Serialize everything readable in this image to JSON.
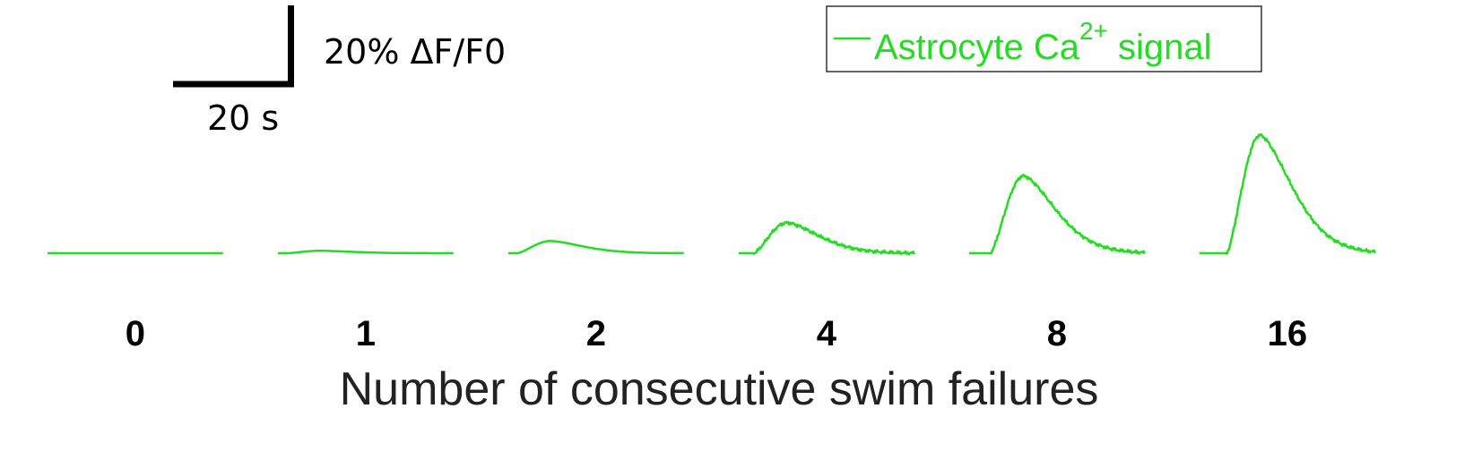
{
  "chart_data": {
    "type": "line",
    "title": "",
    "xlabel": "Number of consecutive swim failures",
    "ylabel": "",
    "grid": false,
    "legend_position": "top-right",
    "legend": {
      "label_main": "Astrocyte Ca",
      "label_sup": "2+",
      "label_tail": " signal"
    },
    "color": "#22dd22",
    "scale_bar": {
      "y_label": "20% ΔF/F0",
      "x_label": "20 s",
      "y_value_percent": 20,
      "x_value_seconds": 20
    },
    "categories": [
      "0",
      "1",
      "2",
      "4",
      "8",
      "16"
    ],
    "series": [
      {
        "category": "0",
        "peak_dff_percent": 0,
        "time_to_peak_s": 0
      },
      {
        "category": "1",
        "peak_dff_percent": 0.6,
        "time_to_peak_s": 7
      },
      {
        "category": "2",
        "peak_dff_percent": 3,
        "time_to_peak_s": 7
      },
      {
        "category": "4",
        "peak_dff_percent": 7.5,
        "time_to_peak_s": 8
      },
      {
        "category": "8",
        "peak_dff_percent": 19,
        "time_to_peak_s": 9
      },
      {
        "category": "16",
        "peak_dff_percent": 29,
        "time_to_peak_s": 10
      }
    ],
    "trace_duration_s": 29
  }
}
